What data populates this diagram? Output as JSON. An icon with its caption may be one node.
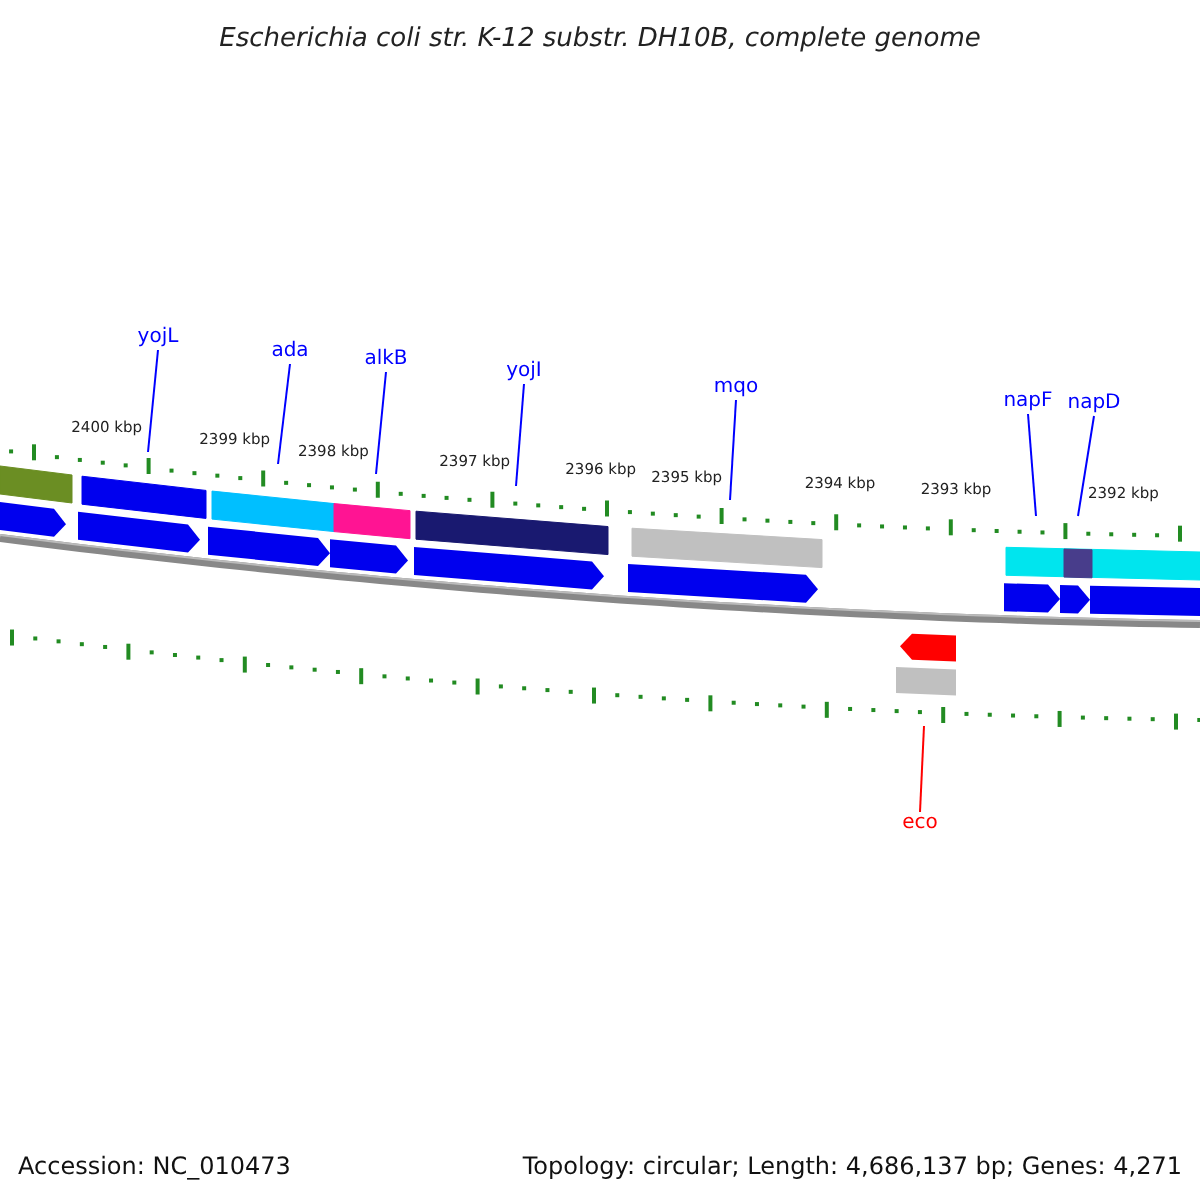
{
  "diagram": {
    "title": "Escherichia coli str. K-12 substr. DH10B, complete genome",
    "nodes": [
      {
        "text": [
          "yojL"
        ]
      },
      {
        "text": [
          "ada"
        ]
      },
      {
        "text": [
          "alkB"
        ]
      },
      {
        "text": [
          "yojI"
        ]
      },
      {
        "text": [
          "mqo"
        ]
      },
      {
        "text": [
          "napF"
        ]
      },
      {
        "text": [
          "napD"
        ]
      },
      {
        "text": [
          "eco"
        ]
      }
    ],
    "edges": [
      {
        "from": 0,
        "to": null,
        "arrow": "none"
      },
      {
        "from": 1,
        "to": null,
        "arrow": "none"
      },
      {
        "from": 2,
        "to": null,
        "arrow": "none"
      },
      {
        "from": 3,
        "to": null,
        "arrow": "none"
      },
      {
        "from": 4,
        "to": null,
        "arrow": "none"
      },
      {
        "from": 5,
        "to": null,
        "arrow": "none"
      },
      {
        "from": 6,
        "to": null,
        "arrow": "none"
      },
      {
        "from": 7,
        "to": null,
        "arrow": "none",
        "color": "#ff0000"
      }
    ],
    "labels": [
      "2400 kbp",
      "2399 kbp",
      "2398 kbp",
      "2397 kbp",
      "2396 kbp",
      "2395 kbp",
      "2394 kbp",
      "2393 kbp",
      "2392 kbp",
      "Accession: NC_010473",
      "Topology: circular; Length: 4,686,137 bp; Genes: 4,271"
    ]
  }
}
